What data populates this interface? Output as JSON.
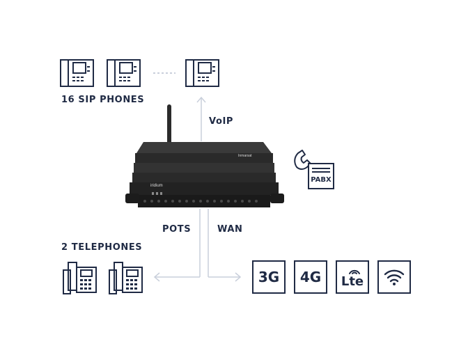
{
  "labels": {
    "sip_phones": "16 SIP PHONES",
    "voip": "VoIP",
    "pots": "POTS",
    "wan": "WAN",
    "telephones": "2 TELEPHONES",
    "pabx": "PABX"
  },
  "wan_tiles": [
    {
      "label": "3G"
    },
    {
      "label": "4G"
    },
    {
      "label": "Lte"
    },
    {
      "icon": "wifi-icon"
    }
  ],
  "device": {
    "brand": "Inmarsat",
    "front_logo": "iridium"
  },
  "colors": {
    "ink": "#1f2a44",
    "connector": "#c9cfdb",
    "device_body": "#232323"
  }
}
